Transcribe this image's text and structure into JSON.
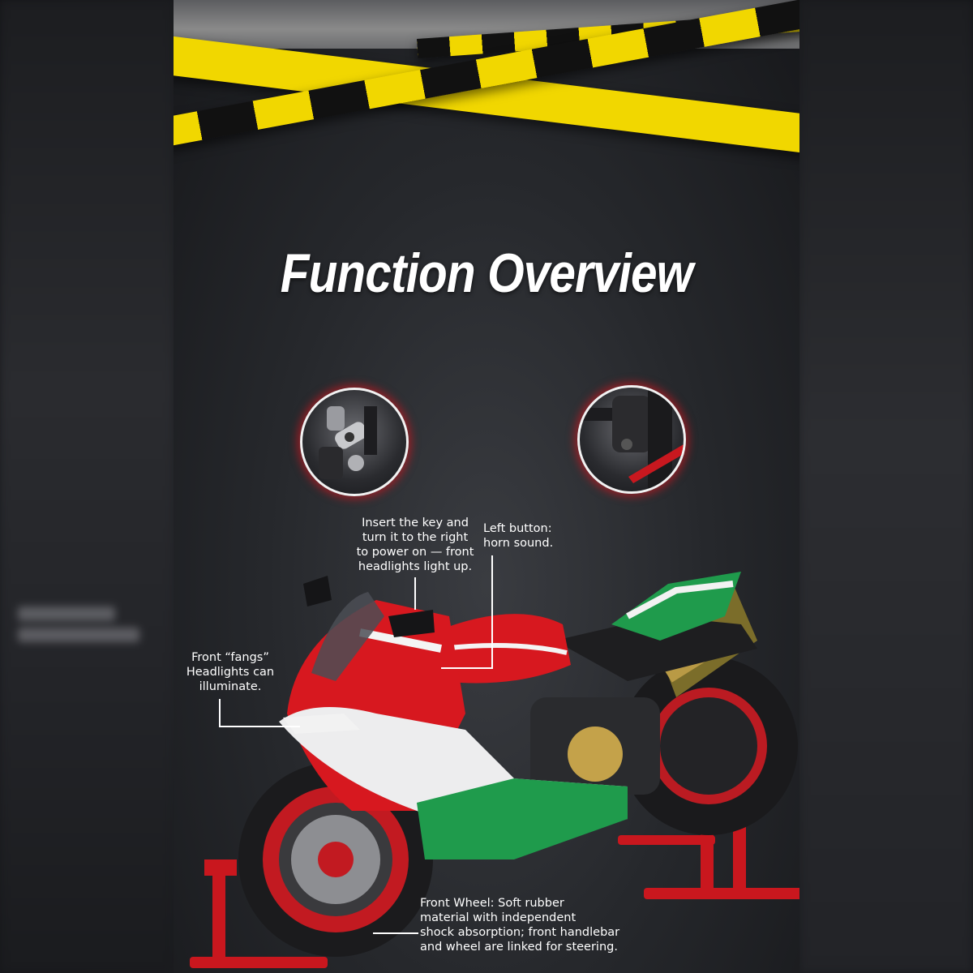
{
  "page": {
    "title": "Function Overview"
  },
  "callouts": {
    "key_lines": [
      "Insert the key and",
      "turn it to the right",
      "to power on — front",
      "headlights light up."
    ],
    "horn_lines": [
      "Left button:",
      "horn sound."
    ],
    "fangs_lines": [
      "Front “fangs”",
      "Headlights can",
      "illuminate."
    ],
    "wheel_lines": [
      "Front Wheel: Soft rubber",
      "material with independent",
      "shock absorption; front handlebar",
      "and wheel are linked for steering."
    ]
  },
  "colors": {
    "tape": "#f1d700",
    "bike_red": "#d7181f",
    "bike_green": "#1f9b4c",
    "glow": "#dc141e"
  },
  "icons": [
    "key-switch-detail",
    "horn-button-detail",
    "motorcycle-model"
  ]
}
